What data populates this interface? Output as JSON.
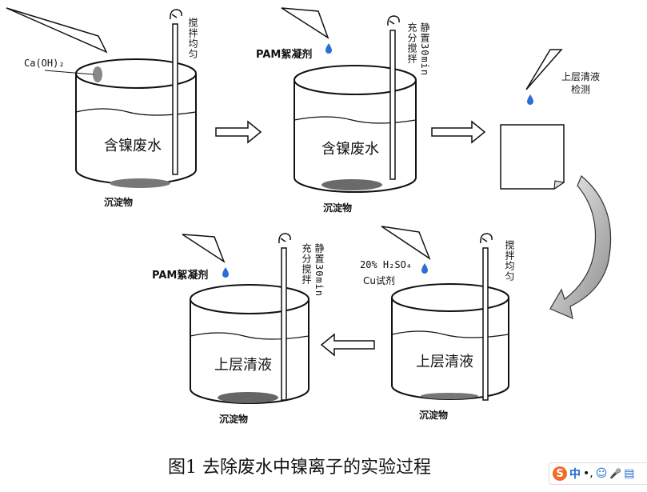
{
  "labels": {
    "caoh2": "Ca(OH)₂",
    "stir_even_1": "搅拌均匀",
    "wastewater_1": "含镍废水",
    "sediment_1": "沉淀物",
    "pam_1": "PAM絮凝剂",
    "still_1": "静置30min",
    "stir_full_1": "充分搅拌",
    "wastewater_2": "含镍废水",
    "sediment_2": "沉淀物",
    "supernatant_check": "上层清液\n检测",
    "stir_even_2": "搅拌均匀",
    "h2so4": "20% H₂SO₄",
    "cu_reagent": "Cu试剂",
    "supernatant_3": "上层清液",
    "sediment_3": "沉淀物",
    "pam_2": "PAM絮凝剂",
    "still_2": "静置30min",
    "stir_full_2": "充分搅拌",
    "supernatant_4": "上层清液",
    "sediment_4": "沉淀物"
  },
  "caption": "图1  去除废水中镍离子的实验过程",
  "ime": {
    "logo": "S",
    "mode": "中",
    "punct": "•,",
    "emoji": "☺",
    "mic": "🎤",
    "more": "▤"
  }
}
